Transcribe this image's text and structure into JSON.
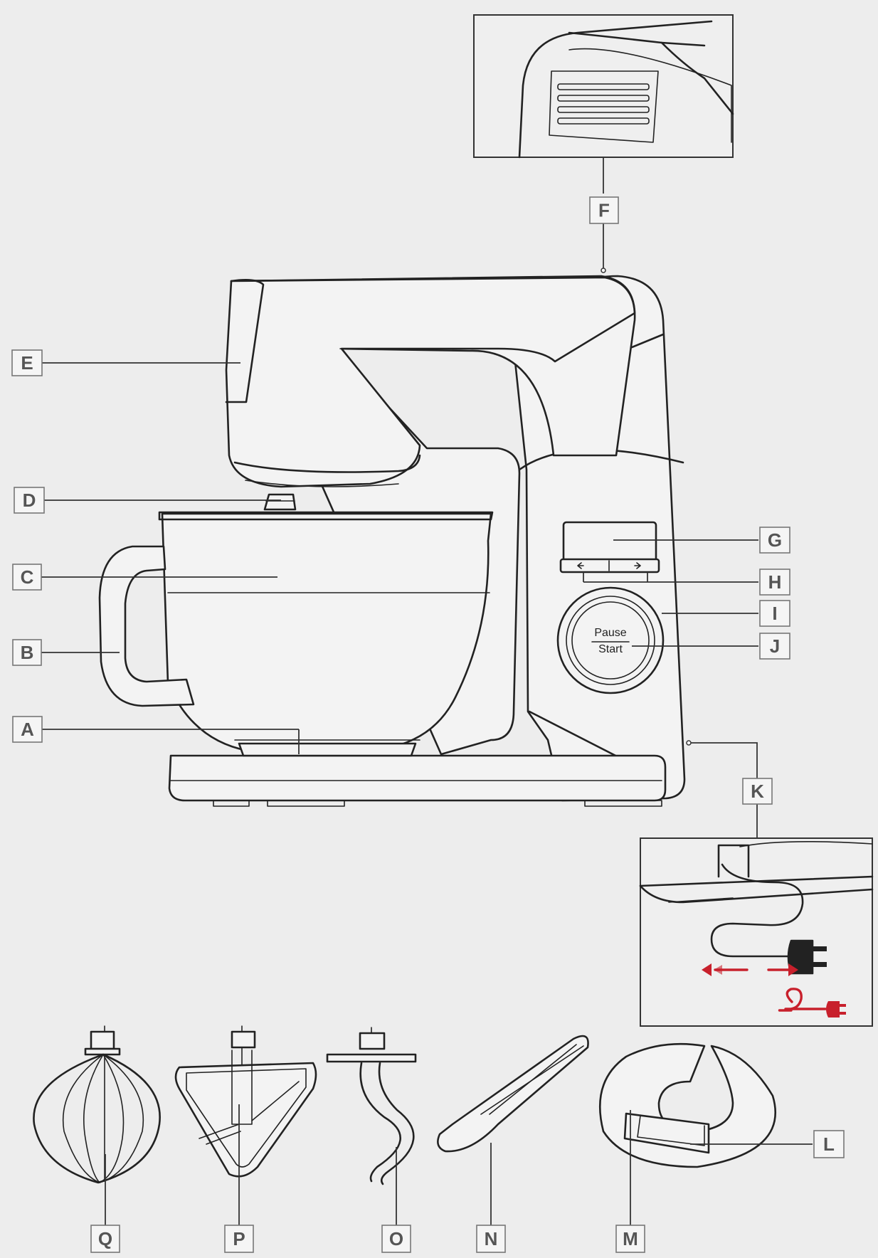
{
  "diagram": {
    "labels": {
      "A": "A",
      "B": "B",
      "C": "C",
      "D": "D",
      "E": "E",
      "F": "F",
      "G": "G",
      "H": "H",
      "I": "I",
      "J": "J",
      "K": "K",
      "L": "L",
      "M": "M",
      "N": "N",
      "O": "O",
      "P": "P",
      "Q": "Q"
    },
    "control_knob": {
      "top_text": "Pause",
      "bottom_text": "Start"
    },
    "colors": {
      "line": "#222222",
      "label_border": "#777777",
      "cord_accent": "#c8202c",
      "background": "#ededed"
    }
  }
}
